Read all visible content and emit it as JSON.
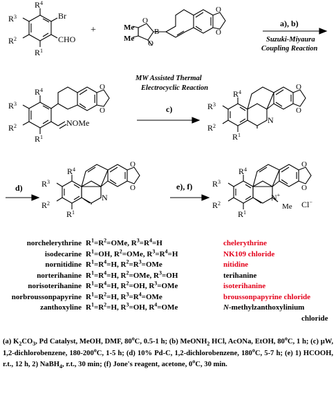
{
  "diagram": {
    "reaction_ab": {
      "step": "a), b)",
      "name_line1": "Suzuki-Miyaura",
      "name_line2": "Coupling Reaction"
    },
    "reaction_c": {
      "step": "c)",
      "name_line1": "MW Assisted Thermal",
      "name_line2": "Electrocyclic Reaction"
    },
    "reaction_d": {
      "step": "d)"
    },
    "reaction_ef": {
      "step": "e), f)"
    },
    "atoms": {
      "br": "Br",
      "cho": "CHO",
      "b": "B",
      "me": "Me",
      "o": "O",
      "n": "N",
      "nome": "NOMe",
      "cl": "Cl",
      "plus": "+"
    },
    "groups": {
      "r1": "R",
      "r2": "R",
      "r3": "R",
      "r4": "R",
      "s1": "1",
      "s2": "2",
      "s3": "3",
      "s4": "4"
    }
  },
  "compounds": [
    {
      "name": "norchelerythrine",
      "substituents": "R1=R2=OMe, R3=R4=H",
      "product": "chelerythrine",
      "product_color": "#e3001b"
    },
    {
      "name": "isodecarine",
      "substituents": "R1=OH, R2=OMe, R3=R4=H",
      "product": "NK109 chloride",
      "product_color": "#e3001b"
    },
    {
      "name": "nornitidine",
      "substituents": "R1=R4=H, R2=R3=OMe",
      "product": "nitidine",
      "product_color": "#e3001b"
    },
    {
      "name": "norterihanine",
      "substituents": "R1=R4=H, R2=OMe, R3=OH",
      "product": "terihanine",
      "product_color": "#000000"
    },
    {
      "name": "norisoterihanine",
      "substituents": "R1=R4=H, R2=OH, R3=OMe",
      "product": "isoterihanine",
      "product_color": "#e3001b"
    },
    {
      "name": "norbroussonpapyrine",
      "substituents": "R1=R2=H, R3=R4=OMe",
      "product": "broussonpapyrine chloride",
      "product_color": "#e3001b"
    },
    {
      "name": "zanthoxyline",
      "substituents": "R1=R2=H, R3=OH, R4=OMe",
      "product": "N-methylzanthoxylinium",
      "product_line2": "chloride",
      "product_color": "#000000"
    }
  ],
  "conditions": "(a) K2CO3, Pd Catalyst, MeOH, DMF, 80°C, 0.5-1 h; (b) MeONH2 HCl, AcONa, EtOH, 80°C, 1 h; (c) μW, 1,2-dichlorobenzene, 180-200°C, 1-5 h; (d) 10% Pd-C, 1,2-dichlorobenzene, 180°C, 5-7 h; (e) 1) HCOOH, r.t., 12 h, 2) NaBH4, r.t., 30 min; (f) Jone's reagent, acetone, 0°C, 30 min."
}
